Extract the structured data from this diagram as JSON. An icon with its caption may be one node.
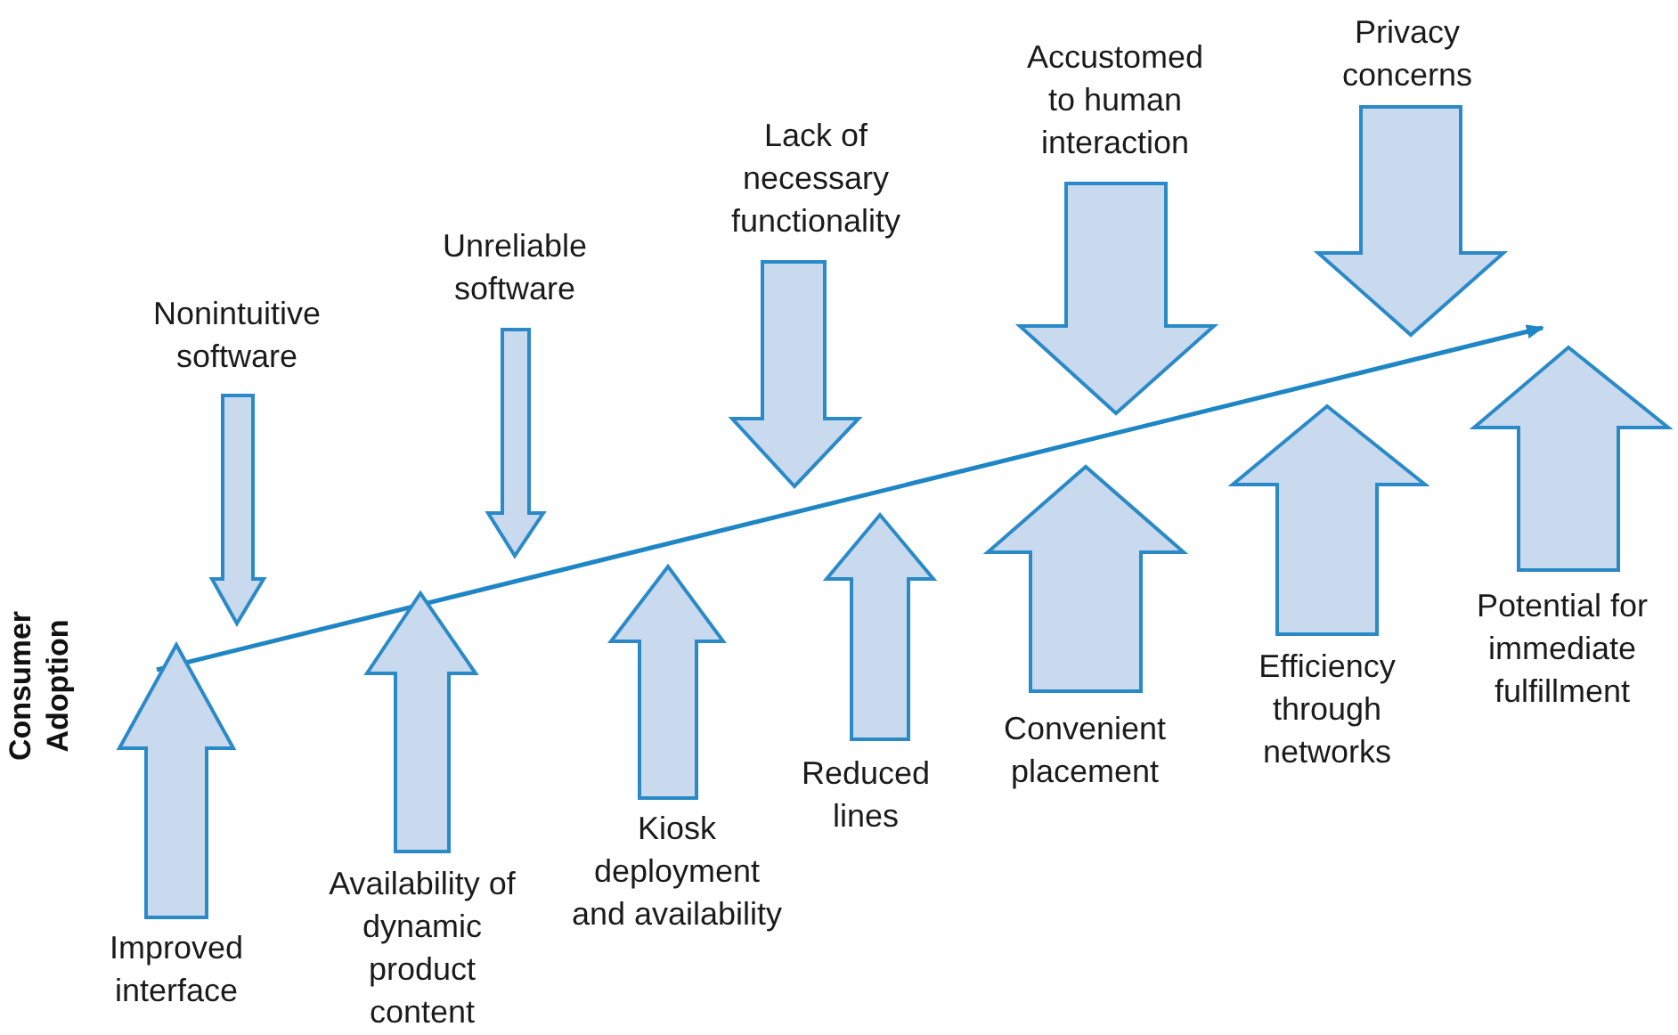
{
  "diagram": {
    "nodes": [
      {
        "text": [
          "Nonintuitive software"
        ]
      },
      {
        "text": [
          "Unreliable software"
        ]
      },
      {
        "text": [
          "Lack of necessary functionality"
        ]
      },
      {
        "text": [
          "Accustomed to human interaction"
        ]
      },
      {
        "text": [
          "Privacy concerns"
        ]
      },
      {
        "text": [
          "Improved interface"
        ]
      },
      {
        "text": [
          "Availability of dynamic product content"
        ]
      },
      {
        "text": [
          "Kiosk deployment and availability"
        ]
      },
      {
        "text": [
          "Reduced lines"
        ]
      },
      {
        "text": [
          "Convenient placement"
        ]
      },
      {
        "text": [
          "Efficiency through networks"
        ]
      },
      {
        "text": [
          "Potential for immediate fulfillment"
        ]
      }
    ],
    "edges": [
      {
        "from": 5,
        "to": 11,
        "arrow": "to"
      }
    ],
    "labels": [
      "Consumer Adoption"
    ]
  }
}
